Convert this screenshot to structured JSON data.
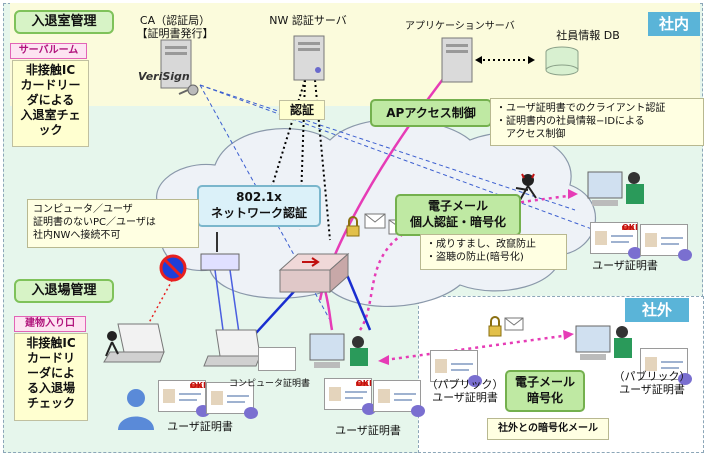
{
  "zones": {
    "inside_label": "社内",
    "outside_label": "社外"
  },
  "room": {
    "title": "入退室管理",
    "tag": "サーバルーム",
    "desc": "非接触IC\nカードリー\nダによる\n入退室チェ\nック"
  },
  "building": {
    "title": "入退場管理",
    "tag": "建物入り口",
    "desc": "非接触IC\nカードリ\nーダによ\nる入退場\nチェック"
  },
  "servers": {
    "ca_label": "CA（認証局）\n【証明書発行】",
    "ca_logo": "VeriSign",
    "nw_label": "NW 認証サーバ",
    "app_label": "アプリケーションサーバ",
    "db_label": "社員情報 DB"
  },
  "auth_tag": "認証",
  "ap": {
    "label": "APアクセス制御",
    "note": "・ユーザ証明書でのクライアント認証\n・証明書内の社員情報−IDによる\n　アクセス制御"
  },
  "nw8021x": {
    "label": "802.1x\nネットワーク認証",
    "note": "コンピュータ／ユーザ\n証明書のないPC／ユーザは\n社内NWへ接続不可"
  },
  "email_internal": {
    "label": "電子メール\n個人認証・暗号化",
    "note": "・成りすまし、改竄防止\n・盗聴の防止(暗号化)"
  },
  "email_external": {
    "label": "電子メール\n暗号化",
    "note": "社外との暗号化メール"
  },
  "certs": {
    "user": "ユーザ証明書",
    "computer": "コンピュータ証明書",
    "public_user": "（パブリック）\nユーザ証明書",
    "oki": "OKI"
  },
  "colors": {
    "pink": "#e63cb6",
    "blue": "#1a2ed0",
    "green_zone": "#e6f6ec",
    "yellow_zone": "#fbfbdc",
    "label_blue": "#5ab4d8"
  }
}
